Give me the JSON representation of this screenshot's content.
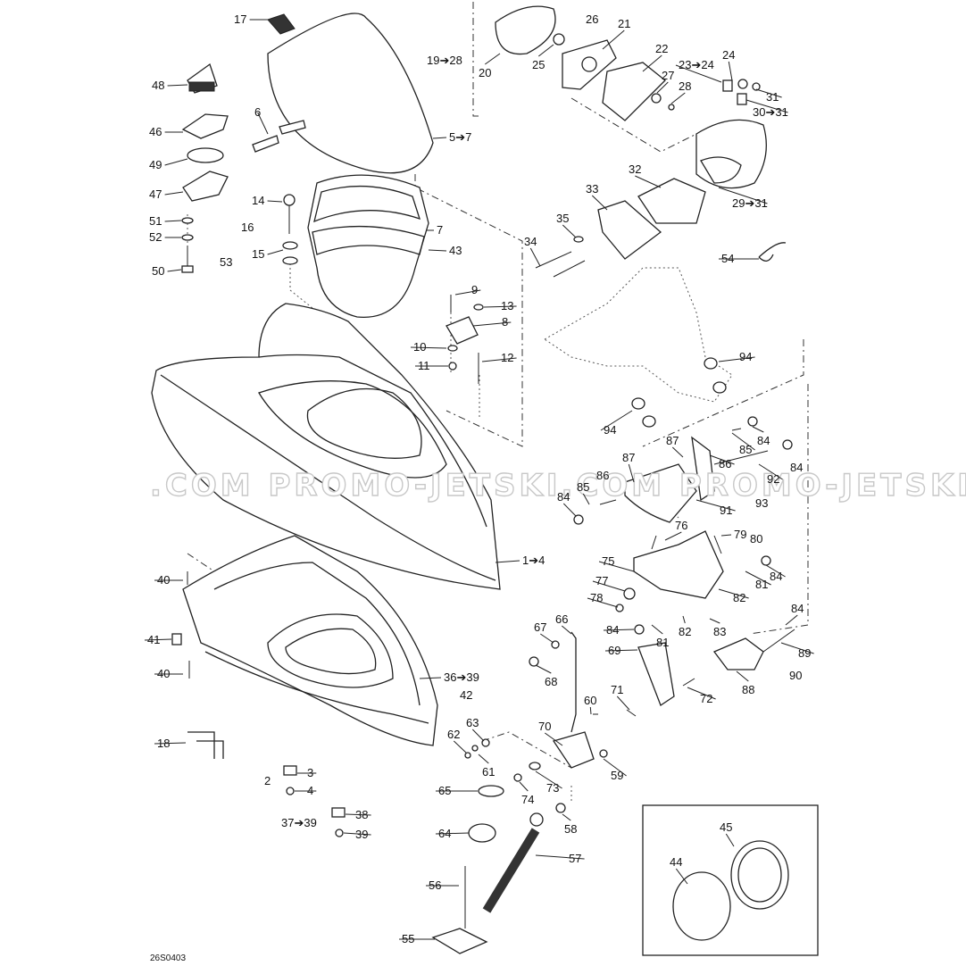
{
  "diagram_code": "26S0403",
  "watermark": ".COM  PROMO-JETSKI.COM  PROMO-JETSKI",
  "callouts": [
    {
      "id": "c17",
      "text": "17"
    },
    {
      "id": "c48",
      "text": "48"
    },
    {
      "id": "c6",
      "text": "6"
    },
    {
      "id": "c46",
      "text": "46"
    },
    {
      "id": "c49",
      "text": "49"
    },
    {
      "id": "c47",
      "text": "47"
    },
    {
      "id": "c14",
      "text": "14"
    },
    {
      "id": "c16",
      "text": "16"
    },
    {
      "id": "c51",
      "text": "51"
    },
    {
      "id": "c52",
      "text": "52"
    },
    {
      "id": "c15",
      "text": "15"
    },
    {
      "id": "c50",
      "text": "50"
    },
    {
      "id": "c53",
      "text": "53"
    },
    {
      "id": "c5_7",
      "text": "5➔7"
    },
    {
      "id": "c7",
      "text": "7"
    },
    {
      "id": "c43",
      "text": "43"
    },
    {
      "id": "c19_28",
      "text": "19➔28"
    },
    {
      "id": "c20",
      "text": "20"
    },
    {
      "id": "c26",
      "text": "26"
    },
    {
      "id": "c21",
      "text": "21"
    },
    {
      "id": "c25",
      "text": "25"
    },
    {
      "id": "c22",
      "text": "22"
    },
    {
      "id": "c27",
      "text": "27"
    },
    {
      "id": "c28",
      "text": "28"
    },
    {
      "id": "c24",
      "text": "24"
    },
    {
      "id": "c23_24",
      "text": "23➔24"
    },
    {
      "id": "c31",
      "text": "31"
    },
    {
      "id": "c30_31",
      "text": "30➔31"
    },
    {
      "id": "c32",
      "text": "32"
    },
    {
      "id": "c29_31",
      "text": "29➔31"
    },
    {
      "id": "c33",
      "text": "33"
    },
    {
      "id": "c35",
      "text": "35"
    },
    {
      "id": "c34",
      "text": "34"
    },
    {
      "id": "c54",
      "text": "54"
    },
    {
      "id": "c9",
      "text": "9"
    },
    {
      "id": "c13",
      "text": "13"
    },
    {
      "id": "c8",
      "text": "8"
    },
    {
      "id": "c10",
      "text": "10"
    },
    {
      "id": "c12",
      "text": "12"
    },
    {
      "id": "c11",
      "text": "11"
    },
    {
      "id": "c94a",
      "text": "94"
    },
    {
      "id": "c94b",
      "text": "94"
    },
    {
      "id": "c87a",
      "text": "87"
    },
    {
      "id": "c85a",
      "text": "85"
    },
    {
      "id": "c84a",
      "text": "84"
    },
    {
      "id": "c87b",
      "text": "87"
    },
    {
      "id": "c86a",
      "text": "86"
    },
    {
      "id": "c84b",
      "text": "84"
    },
    {
      "id": "c86b",
      "text": "86"
    },
    {
      "id": "c92",
      "text": "92"
    },
    {
      "id": "c85b",
      "text": "85"
    },
    {
      "id": "c84c",
      "text": "84"
    },
    {
      "id": "c91",
      "text": "91"
    },
    {
      "id": "c93",
      "text": "93"
    },
    {
      "id": "c1_4",
      "text": "1➔4"
    },
    {
      "id": "c76",
      "text": "76"
    },
    {
      "id": "c79_80",
      "text": "79"
    },
    {
      "id": "c80",
      "text": "80"
    },
    {
      "id": "c75",
      "text": "75"
    },
    {
      "id": "c84d",
      "text": "84"
    },
    {
      "id": "c77",
      "text": "77"
    },
    {
      "id": "c81a",
      "text": "81"
    },
    {
      "id": "c78",
      "text": "78"
    },
    {
      "id": "c82a",
      "text": "82"
    },
    {
      "id": "c40a",
      "text": "40"
    },
    {
      "id": "c41",
      "text": "41"
    },
    {
      "id": "c40b",
      "text": "40"
    },
    {
      "id": "c66",
      "text": "66"
    },
    {
      "id": "c67",
      "text": "67"
    },
    {
      "id": "c84e",
      "text": "84"
    },
    {
      "id": "c81b",
      "text": "81"
    },
    {
      "id": "c82b",
      "text": "82"
    },
    {
      "id": "c83",
      "text": "83"
    },
    {
      "id": "c84f",
      "text": "84"
    },
    {
      "id": "c89",
      "text": "89"
    },
    {
      "id": "c69",
      "text": "69"
    },
    {
      "id": "c68",
      "text": "68"
    },
    {
      "id": "c36_39",
      "text": "36➔39"
    },
    {
      "id": "c42",
      "text": "42"
    },
    {
      "id": "c72",
      "text": "72"
    },
    {
      "id": "c88",
      "text": "88"
    },
    {
      "id": "c90",
      "text": "90"
    },
    {
      "id": "c71",
      "text": "71"
    },
    {
      "id": "c60",
      "text": "60"
    },
    {
      "id": "c18",
      "text": "18"
    },
    {
      "id": "c63",
      "text": "63"
    },
    {
      "id": "c70",
      "text": "70"
    },
    {
      "id": "c62",
      "text": "62"
    },
    {
      "id": "c59",
      "text": "59"
    },
    {
      "id": "c61",
      "text": "61"
    },
    {
      "id": "c2",
      "text": "2"
    },
    {
      "id": "c3",
      "text": "3"
    },
    {
      "id": "c4",
      "text": "4"
    },
    {
      "id": "c73",
      "text": "73"
    },
    {
      "id": "c65",
      "text": "65"
    },
    {
      "id": "c74",
      "text": "74"
    },
    {
      "id": "c37_39",
      "text": "37➔39"
    },
    {
      "id": "c38",
      "text": "38"
    },
    {
      "id": "c39",
      "text": "39"
    },
    {
      "id": "c58",
      "text": "58"
    },
    {
      "id": "c45",
      "text": "45"
    },
    {
      "id": "c64",
      "text": "64"
    },
    {
      "id": "c57",
      "text": "57"
    },
    {
      "id": "c44",
      "text": "44"
    },
    {
      "id": "c56",
      "text": "56"
    },
    {
      "id": "c55",
      "text": "55"
    }
  ],
  "colors": {
    "line": "#222222",
    "watermark_stroke": "#c8c8c8"
  }
}
